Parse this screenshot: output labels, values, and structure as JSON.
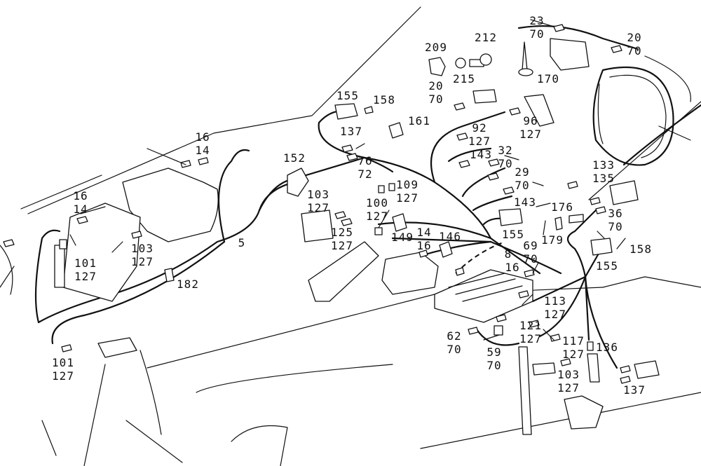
{
  "diagram": {
    "title": "Instrument panel wiring harness - exploded parts diagram",
    "callouts": [
      {
        "id": "c1",
        "lines": [
          "23",
          "70"
        ]
      },
      {
        "id": "c2",
        "lines": [
          "212"
        ]
      },
      {
        "id": "c3",
        "lines": [
          "209"
        ]
      },
      {
        "id": "c4",
        "lines": [
          "215"
        ]
      },
      {
        "id": "c5",
        "lines": [
          "20",
          "70"
        ]
      },
      {
        "id": "c6",
        "lines": [
          "170"
        ]
      },
      {
        "id": "c7",
        "lines": [
          "20",
          "70"
        ]
      },
      {
        "id": "c8",
        "lines": [
          "155"
        ]
      },
      {
        "id": "c9",
        "lines": [
          "158"
        ]
      },
      {
        "id": "c10",
        "lines": [
          "161"
        ]
      },
      {
        "id": "c11",
        "lines": [
          "137"
        ]
      },
      {
        "id": "c12",
        "lines": [
          "92",
          "127"
        ]
      },
      {
        "id": "c13",
        "lines": [
          "96",
          "127"
        ]
      },
      {
        "id": "c14",
        "lines": [
          "143"
        ]
      },
      {
        "id": "c15",
        "lines": [
          "32",
          "70"
        ]
      },
      {
        "id": "c16",
        "lines": [
          "29",
          "70"
        ]
      },
      {
        "id": "c17",
        "lines": [
          "143"
        ]
      },
      {
        "id": "c18",
        "lines": [
          "176"
        ]
      },
      {
        "id": "c19",
        "lines": [
          "133",
          "135"
        ]
      },
      {
        "id": "c20",
        "lines": [
          "36",
          "70"
        ]
      },
      {
        "id": "c21",
        "lines": [
          "16",
          "14"
        ]
      },
      {
        "id": "c22",
        "lines": [
          "152"
        ]
      },
      {
        "id": "c23",
        "lines": [
          "76",
          "72"
        ]
      },
      {
        "id": "c24",
        "lines": [
          "109",
          "127"
        ]
      },
      {
        "id": "c25",
        "lines": [
          "103",
          "127"
        ]
      },
      {
        "id": "c26",
        "lines": [
          "100",
          "127"
        ]
      },
      {
        "id": "c27",
        "lines": [
          "125",
          "127"
        ]
      },
      {
        "id": "c28",
        "lines": [
          "149"
        ]
      },
      {
        "id": "c29",
        "lines": [
          "14",
          "16"
        ]
      },
      {
        "id": "c30",
        "lines": [
          "146"
        ]
      },
      {
        "id": "c31",
        "lines": [
          "155"
        ]
      },
      {
        "id": "c32",
        "lines": [
          "179"
        ]
      },
      {
        "id": "c33",
        "lines": [
          "69",
          "70"
        ]
      },
      {
        "id": "c34",
        "lines": [
          "8"
        ]
      },
      {
        "id": "c35",
        "lines": [
          "16"
        ]
      },
      {
        "id": "c36",
        "lines": [
          "155"
        ]
      },
      {
        "id": "c37",
        "lines": [
          "158"
        ]
      },
      {
        "id": "c38",
        "lines": [
          "16",
          "14"
        ]
      },
      {
        "id": "c39",
        "lines": [
          "103",
          "127"
        ]
      },
      {
        "id": "c40",
        "lines": [
          "101",
          "127"
        ]
      },
      {
        "id": "c41",
        "lines": [
          "5"
        ]
      },
      {
        "id": "c42",
        "lines": [
          "182"
        ]
      },
      {
        "id": "c43",
        "lines": [
          "101",
          "127"
        ]
      },
      {
        "id": "c44",
        "lines": [
          "113",
          "127"
        ]
      },
      {
        "id": "c45",
        "lines": [
          "121",
          "127"
        ]
      },
      {
        "id": "c46",
        "lines": [
          "62",
          "70"
        ]
      },
      {
        "id": "c47",
        "lines": [
          "59",
          "70"
        ]
      },
      {
        "id": "c48",
        "lines": [
          "117",
          "127"
        ]
      },
      {
        "id": "c49",
        "lines": [
          "136"
        ]
      },
      {
        "id": "c50",
        "lines": [
          "103",
          "127"
        ]
      },
      {
        "id": "c51",
        "lines": [
          "137"
        ]
      }
    ]
  }
}
